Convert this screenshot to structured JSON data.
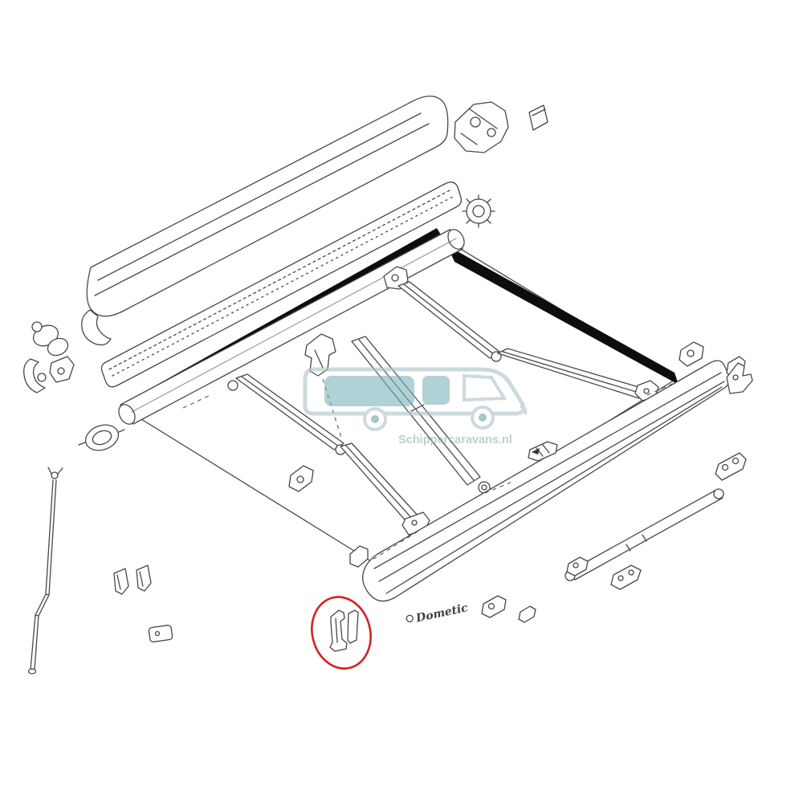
{
  "page": {
    "background_color": "#ffffff"
  },
  "diagram": {
    "brand_label": "Dometic",
    "line_color": "#474747",
    "fabric_color": "#0d0d0d",
    "highlight": {
      "color": "#d42222"
    }
  },
  "watermark": {
    "text": "Schippercaravans.nl",
    "text_color": "#8fb2b6",
    "body_color": "#aac3c9",
    "glass_color": "#7db3bb",
    "hub_color": "#67a2ab",
    "opacity": "0.6"
  }
}
